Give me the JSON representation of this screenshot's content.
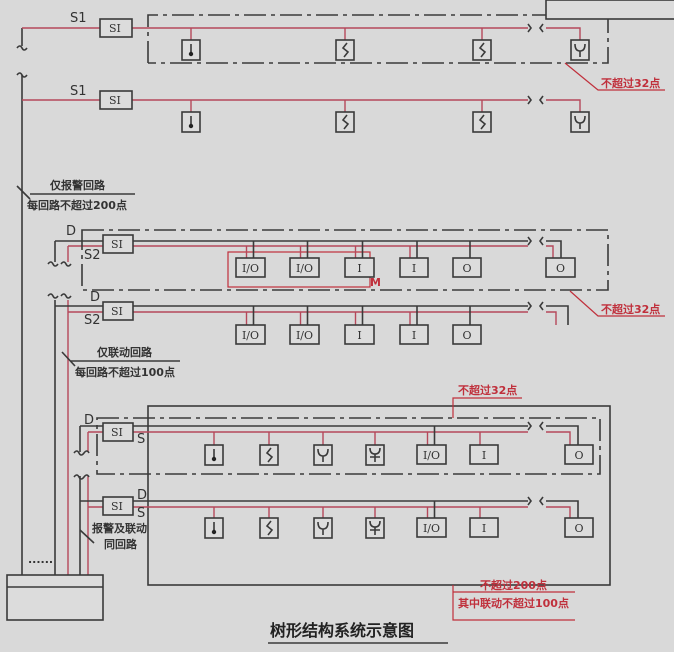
{
  "title": "树形结构系统示意图",
  "colors": {
    "line": "#3a3a3a",
    "signal": "#b5485a",
    "annotation": "#c0303c",
    "background": "#d9d9d9"
  },
  "loops": {
    "s1_label": "S1",
    "s2_label": "S2",
    "d_label": "D",
    "s_label": "S",
    "si_label": "SI",
    "m_label": "M"
  },
  "devices": {
    "io": "I/O",
    "i": "I",
    "o": "O"
  },
  "notes": {
    "alarm_only": "仅报警回路",
    "alarm_limit": "每回路不超过200点",
    "linkage_only": "仅联动回路",
    "linkage_limit": "每回路不超过100点",
    "mixed_line1": "报警及联动",
    "mixed_line2": "同回路",
    "branch_limit_1": "不超过32点",
    "branch_limit_2": "不超过32点",
    "branch_limit_3": "不超过32点",
    "total_limit": "不超过200点",
    "linkage_total_limit": "其中联动不超过100点",
    "controller_dots": "......"
  }
}
